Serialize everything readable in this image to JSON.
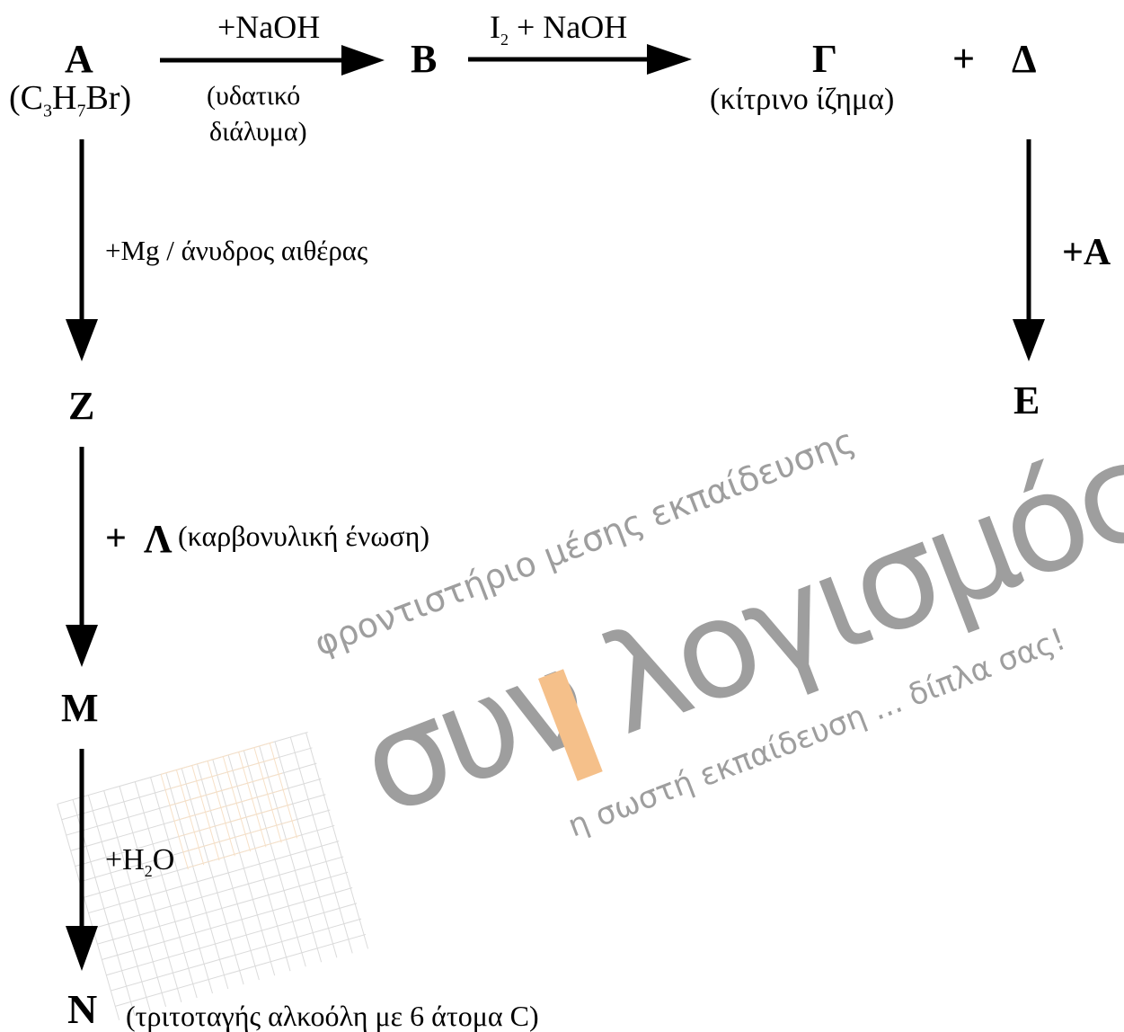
{
  "nodes": {
    "A": {
      "letter": "A",
      "formula_prefix": "(C",
      "formula_sub1": "3",
      "formula_mid": "H",
      "formula_sub2": "7",
      "formula_suffix": "Br)"
    },
    "B": {
      "letter": "B"
    },
    "G": {
      "letter": "Γ",
      "note": "(κίτρινο ίζημα)"
    },
    "plus_sign": "+",
    "D": {
      "letter": "Δ"
    },
    "E": {
      "letter": "E"
    },
    "Z": {
      "letter": "Z"
    },
    "M": {
      "letter": "M"
    },
    "N": {
      "letter": "N",
      "note": "(τριτοταγής αλκοόλη με 6 άτομα C)"
    }
  },
  "reactions": {
    "a_to_b": {
      "reagent": "+NaOH",
      "cond_line1": "(υδατικό",
      "cond_line2": "διάλυμα)"
    },
    "b_to_g": {
      "reagent_i": "I",
      "reagent_sub": "2",
      "reagent_rest": " + NaOH"
    },
    "a_to_z": {
      "reagent": "+Mg / άνυδρος αιθέρας"
    },
    "d_to_e": {
      "reagent": "+A"
    },
    "z_to_m": {
      "plus": "+",
      "reagent_letter": "Λ",
      "reagent_note": "(καρβονυλική ένωση)"
    },
    "m_to_n": {
      "reagent_prefix": "+H",
      "reagent_sub": "2",
      "reagent_suffix": "O"
    }
  },
  "watermark": {
    "tagline_top": "φροντιστήριο μέσης εκπαίδευσης",
    "brand_left": "συν",
    "brand_right": "λογισμός",
    "tagline_bottom": "η σωστή εκπαίδευση ... δίπλα σας!",
    "color_gray": "#9e9e9e",
    "color_orange": "#f5c08a"
  }
}
